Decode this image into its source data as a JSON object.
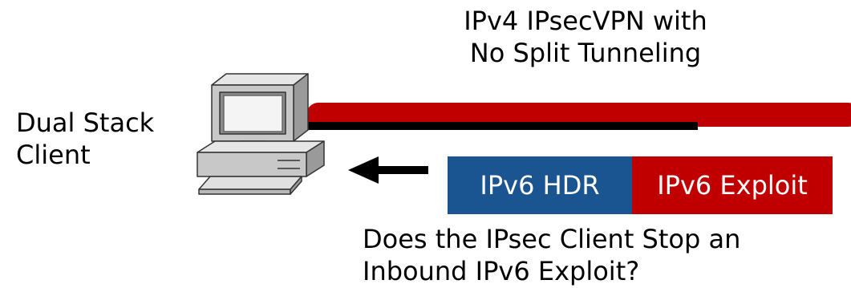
{
  "diagram": {
    "vpn_title": {
      "line1": "IPv4 IPsecVPN with",
      "line2": "No Split Tunneling"
    },
    "client_label": {
      "line1": "Dual Stack",
      "line2": "Client"
    },
    "packet": {
      "header": "IPv6 HDR",
      "payload": "IPv6 Exploit"
    },
    "question": {
      "line1": "Does the IPsec Client Stop an",
      "line2": "Inbound IPv6 Exploit?"
    },
    "colors": {
      "vpn_tunnel": "#c00000",
      "ipv6_header": "#1a5592",
      "ipv6_exploit": "#c00000",
      "computer_body": "#c8c8c8"
    },
    "icons": {
      "client": "desktop-computer-icon",
      "arrow": "arrow-left-icon"
    }
  }
}
